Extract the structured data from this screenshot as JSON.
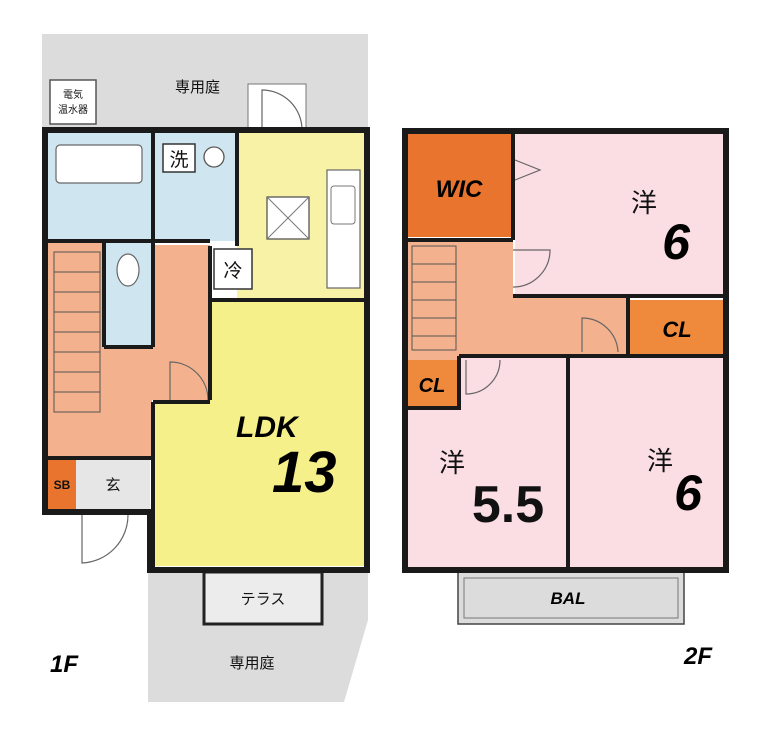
{
  "floor_1": {
    "label": "1F",
    "rooms": {
      "garden_top": "専用庭",
      "water_heater": "電気\n温水器",
      "wash": "洗",
      "fridge": "冷",
      "ldk_label": "LDK",
      "ldk_size": "13",
      "shoe_box": "SB",
      "entrance": "玄",
      "terrace": "テラス",
      "garden_bottom": "専用庭"
    }
  },
  "floor_2": {
    "label": "2F",
    "rooms": {
      "wic": "WIC",
      "western_a_label": "洋",
      "western_a_size": "6",
      "closet_right": "CL",
      "closet_left": "CL",
      "western_b_label": "洋",
      "western_b_size": "5.5",
      "western_c_label": "洋",
      "western_c_size": "6",
      "balcony": "BAL"
    }
  },
  "colors": {
    "ldk": "#f6f08a",
    "kitchen": "#f8f2a6",
    "bath": "#cfe6f0",
    "corridor": "#f3b28d",
    "shoebox": "#e8742d",
    "wic": "#e8742d",
    "closet": "#ef8a3c",
    "bedroom": "#fbdde4",
    "exterior": "#dcdcdc",
    "entrance": "#e6e6e6"
  }
}
